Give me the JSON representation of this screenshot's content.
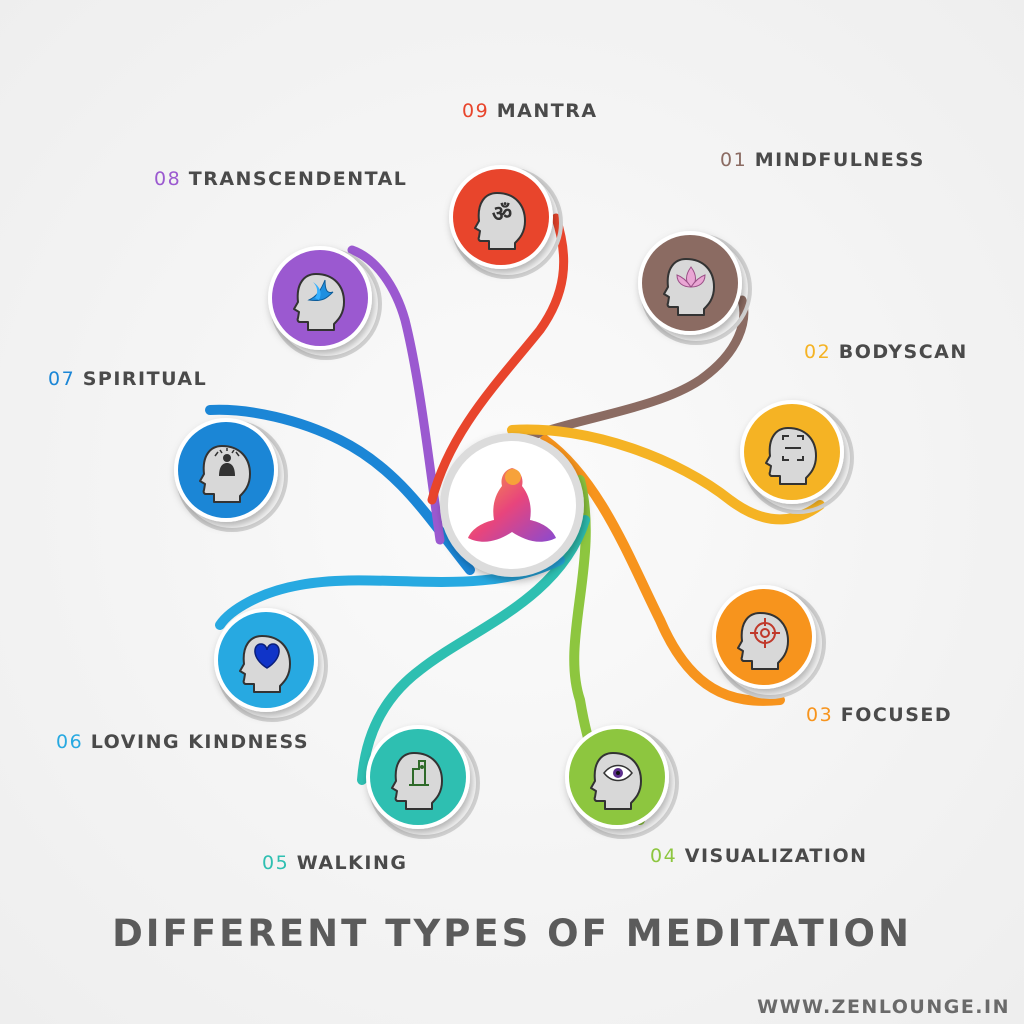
{
  "title": "DIFFERENT TYPES OF MEDITATION",
  "website": "WWW.ZENLOUNGE.IN",
  "center_logo": "meditating-figure-logo",
  "items": [
    {
      "num": "01",
      "name": "MINDFULNESS",
      "color": "#8b6b62",
      "icon": "lotus-icon"
    },
    {
      "num": "02",
      "name": "BODYSCAN",
      "color": "#f5b324",
      "icon": "scan-frame-icon"
    },
    {
      "num": "03",
      "name": "FOCUSED",
      "color": "#f7941d",
      "icon": "target-icon"
    },
    {
      "num": "04",
      "name": "VISUALIZATION",
      "color": "#8dc63f",
      "icon": "eye-icon"
    },
    {
      "num": "05",
      "name": "WALKING",
      "color": "#2ebfb1",
      "icon": "walking-path-icon"
    },
    {
      "num": "06",
      "name": "LOVING KINDNESS",
      "color": "#27a9e1",
      "icon": "heart-icon"
    },
    {
      "num": "07",
      "name": "SPIRITUAL",
      "color": "#1b86d6",
      "icon": "praying-figure-icon"
    },
    {
      "num": "08",
      "name": "TRANSCENDENTAL",
      "color": "#9b59d0",
      "icon": "bird-icon"
    },
    {
      "num": "09",
      "name": "MANTRA",
      "color": "#e8452c",
      "icon": "om-icon"
    }
  ]
}
